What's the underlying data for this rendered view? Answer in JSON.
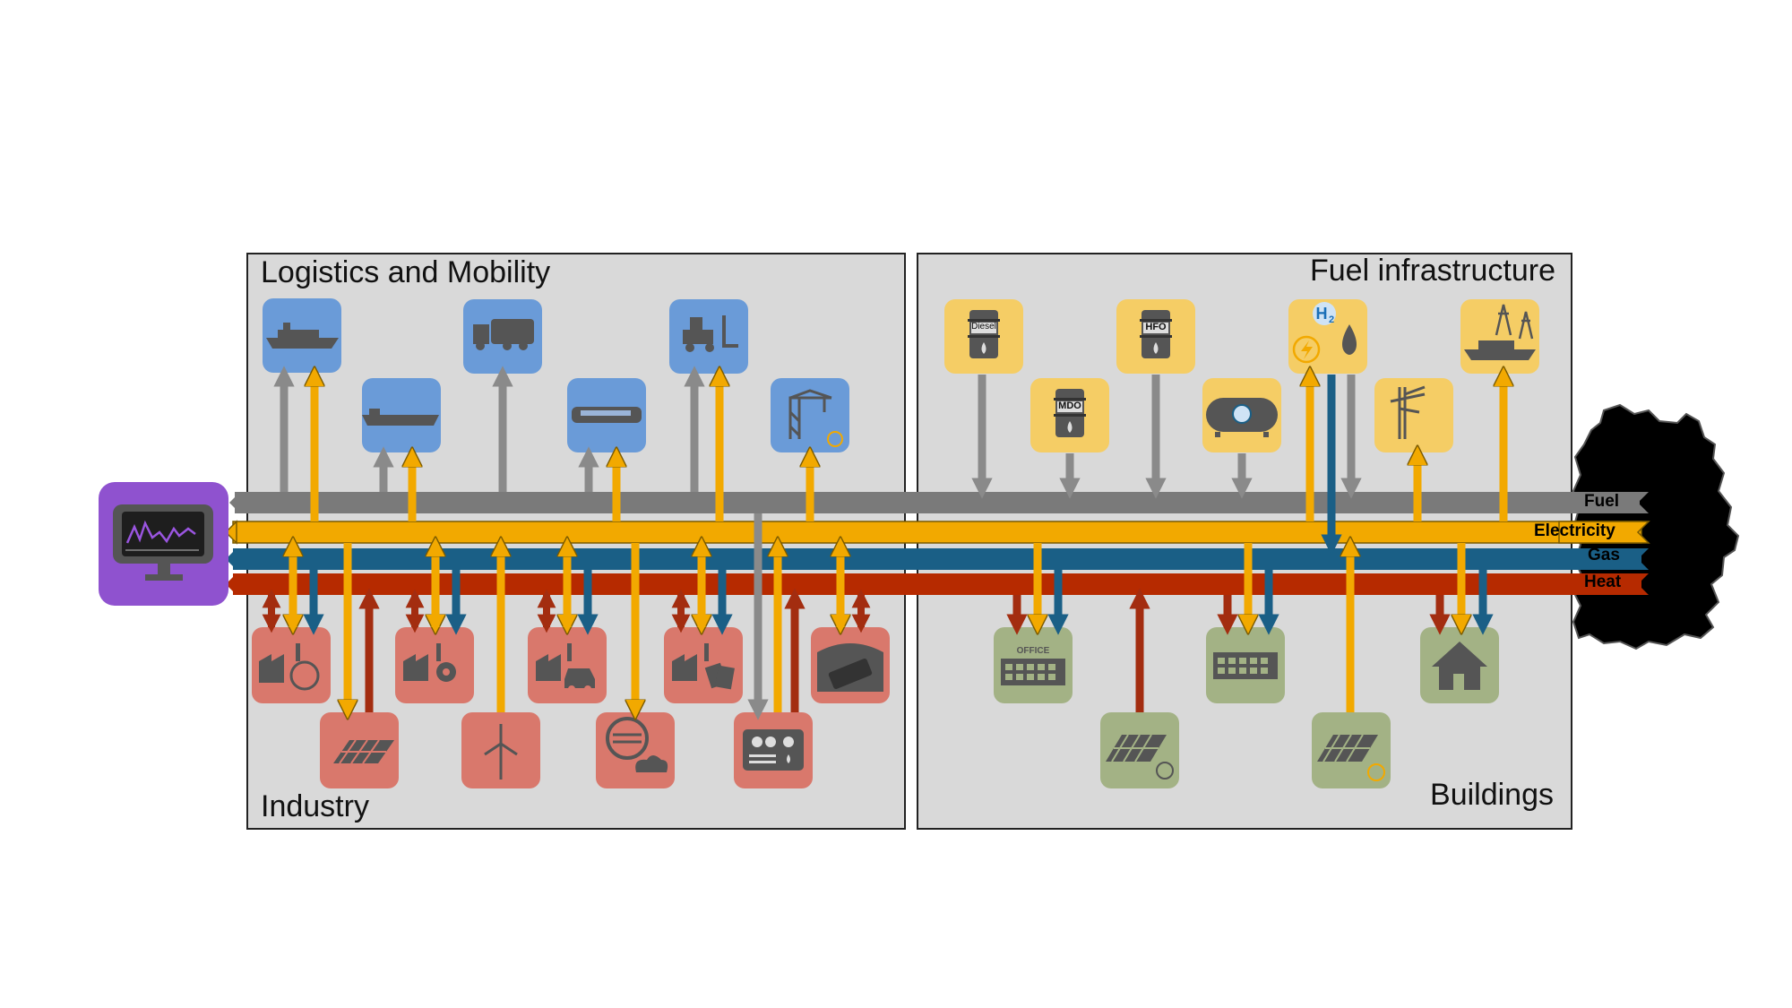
{
  "sectors": {
    "logistics": "Logistics and Mobility",
    "fuel": "Fuel infrastructure",
    "industry": "Industry",
    "buildings": "Buildings"
  },
  "buses": {
    "fuel": "Fuel",
    "electricity": "Electricity",
    "gas": "Gas",
    "heat": "Heat"
  },
  "icon_labels": {
    "diesel": "Diesel",
    "mdo": "MDO",
    "hfo": "HFO",
    "h2": "H",
    "h2_sub": "2",
    "office": "OFFICE"
  },
  "colors": {
    "logistics_tile": "#6a9bd8",
    "fuel_tile": "#f5cd65",
    "industry_tile": "#d9786c",
    "buildings_tile": "#a3b285",
    "controller_tile": "#8f52cf",
    "fuel_bus": "#7a7a7a",
    "electricity_bus": "#f2a900",
    "gas_bus": "#1a5f86",
    "heat_bus": "#b62a00",
    "germany_map": "#000000",
    "panel_bg": "#d9d9d9"
  }
}
